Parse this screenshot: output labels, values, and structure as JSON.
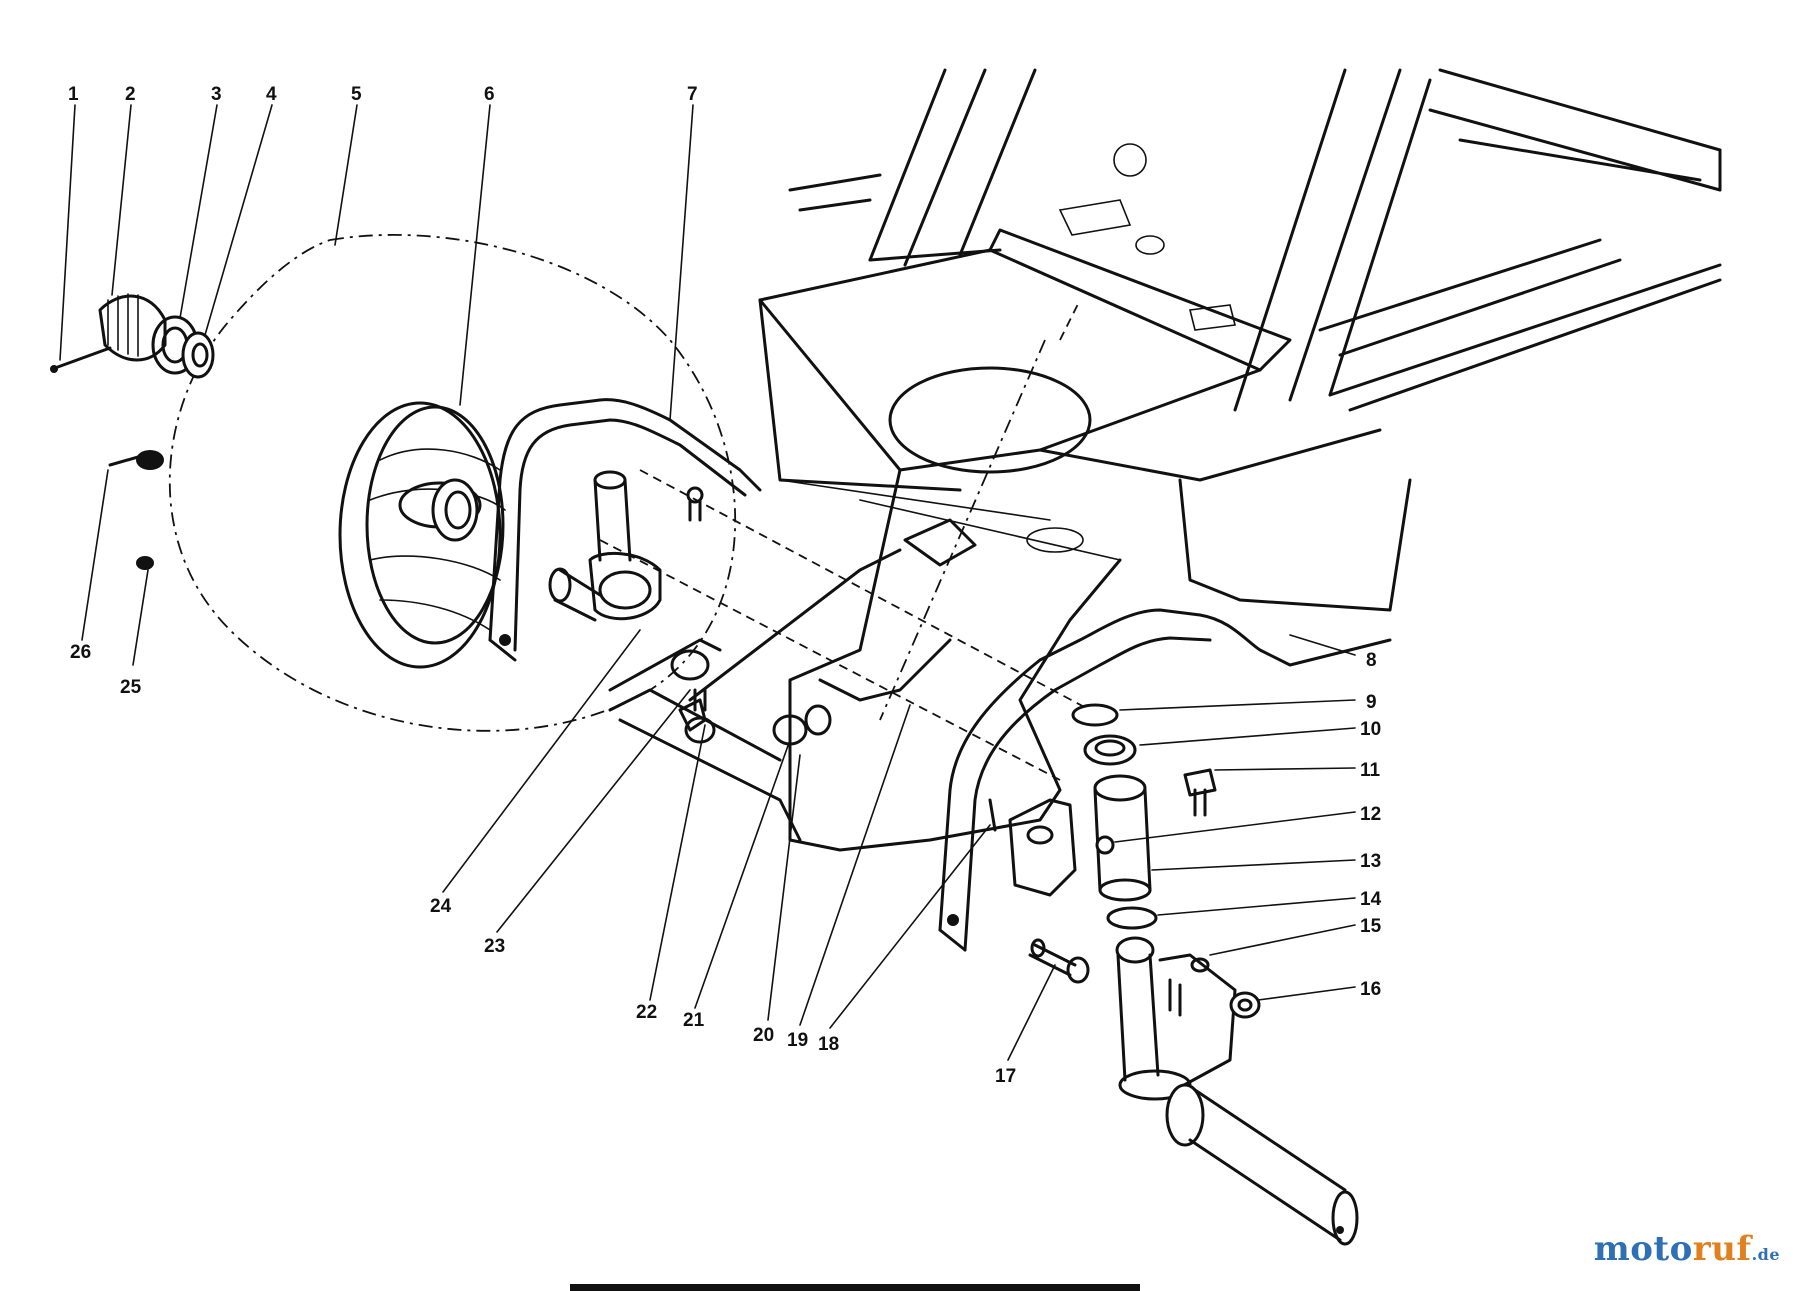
{
  "callouts": [
    {
      "id": "1",
      "text": "1"
    },
    {
      "id": "2",
      "text": "2"
    },
    {
      "id": "3",
      "text": "3"
    },
    {
      "id": "4",
      "text": "4"
    },
    {
      "id": "5",
      "text": "5"
    },
    {
      "id": "6",
      "text": "6"
    },
    {
      "id": "7",
      "text": "7"
    },
    {
      "id": "8",
      "text": "8"
    },
    {
      "id": "9",
      "text": "9"
    },
    {
      "id": "10",
      "text": "10"
    },
    {
      "id": "11",
      "text": "11"
    },
    {
      "id": "12",
      "text": "12"
    },
    {
      "id": "13",
      "text": "13"
    },
    {
      "id": "14",
      "text": "14"
    },
    {
      "id": "15",
      "text": "15"
    },
    {
      "id": "16",
      "text": "16"
    },
    {
      "id": "17",
      "text": "17"
    },
    {
      "id": "18",
      "text": "18"
    },
    {
      "id": "19",
      "text": "19"
    },
    {
      "id": "20",
      "text": "20"
    },
    {
      "id": "21",
      "text": "21"
    },
    {
      "id": "22",
      "text": "22"
    },
    {
      "id": "23",
      "text": "23"
    },
    {
      "id": "24",
      "text": "24"
    },
    {
      "id": "25",
      "text": "25"
    },
    {
      "id": "26",
      "text": "26"
    }
  ],
  "watermark": {
    "part1": "moto",
    "part2": "ruf",
    "suffix": ".de"
  },
  "colors": {
    "line": "#111111",
    "background": "#ffffff",
    "watermark_blue": "#2f6fb5",
    "watermark_orange": "#e0801f"
  }
}
